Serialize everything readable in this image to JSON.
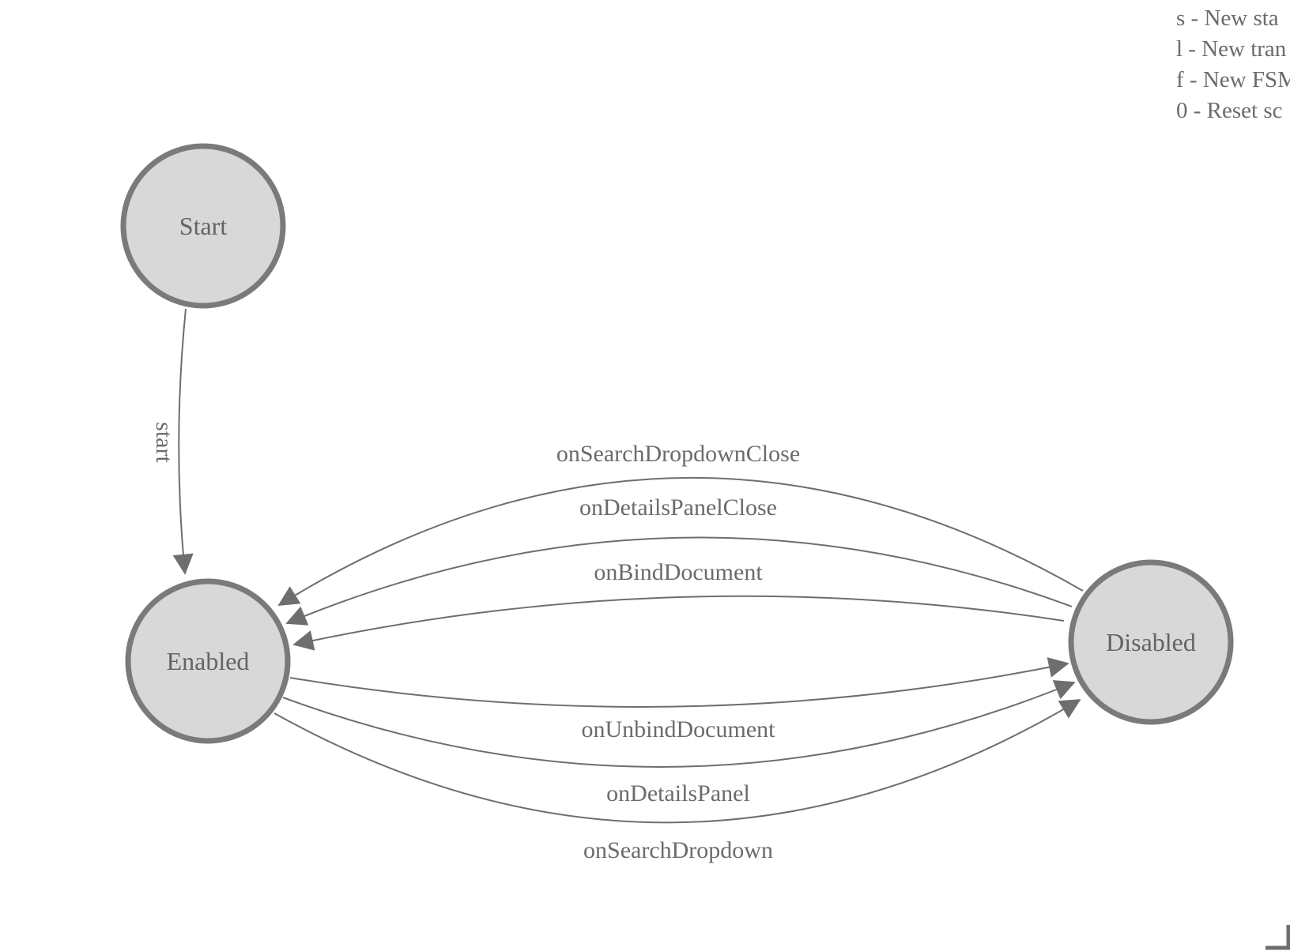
{
  "legend": {
    "lines": [
      "s - New sta",
      "l - New tran",
      "f - New FSM",
      "0 - Reset sc"
    ]
  },
  "diagram": {
    "nodes": [
      {
        "id": "Start",
        "label": "Start"
      },
      {
        "id": "Enabled",
        "label": "Enabled"
      },
      {
        "id": "Disabled",
        "label": "Disabled"
      }
    ],
    "edges": [
      {
        "from": "Start",
        "to": "Enabled",
        "label": "start"
      },
      {
        "from": "Disabled",
        "to": "Enabled",
        "label": "onSearchDropdownClose"
      },
      {
        "from": "Disabled",
        "to": "Enabled",
        "label": "onDetailsPanelClose"
      },
      {
        "from": "Disabled",
        "to": "Enabled",
        "label": "onBindDocument"
      },
      {
        "from": "Enabled",
        "to": "Disabled",
        "label": "onUnbindDocument"
      },
      {
        "from": "Enabled",
        "to": "Disabled",
        "label": "onDetailsPanel"
      },
      {
        "from": "Enabled",
        "to": "Disabled",
        "label": "onSearchDropdown"
      }
    ]
  },
  "colors": {
    "node_fill": "#d8d8d8",
    "node_border": "#7a7a7a",
    "edge_stroke": "#6e6e6e",
    "edge_label_text": "#6b6b6b",
    "legend_text": "#6b6b6b",
    "background": "#ffffff"
  }
}
